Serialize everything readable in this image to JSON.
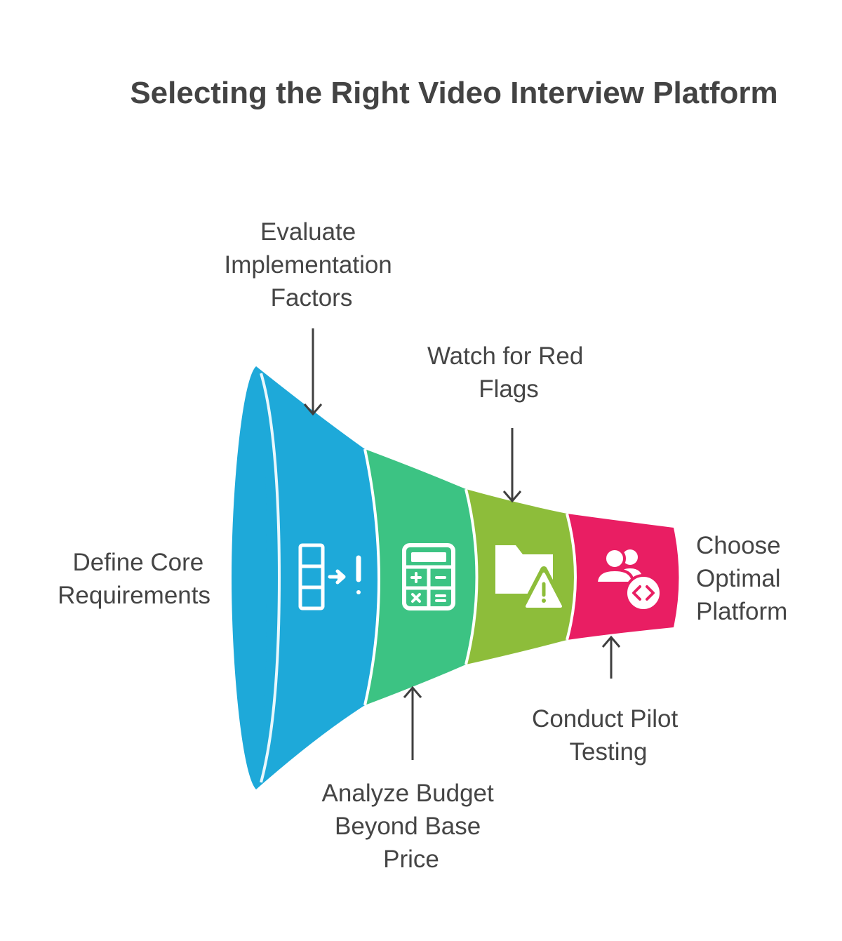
{
  "title": "Selecting the Right Video Interview Platform",
  "colors": {
    "blue": "#1ea9d9",
    "blue_rim": "#1799c8",
    "green": "#3cc383",
    "olive": "#8dbd3a",
    "magenta": "#e91e63",
    "text": "#454545",
    "arrow": "#3f3f3f"
  },
  "stages": [
    {
      "id": "define",
      "icon": "requirements-list-icon",
      "label_lines": [
        "Define Core",
        "Requirements"
      ]
    },
    {
      "id": "evaluate",
      "icon": "none",
      "label_lines": [
        "Evaluate",
        "Implementation",
        "Factors"
      ]
    },
    {
      "id": "budget",
      "icon": "calculator-icon",
      "label_lines": [
        "Analyze Budget",
        "Beyond Base",
        "Price"
      ]
    },
    {
      "id": "redflags",
      "icon": "folder-warning-icon",
      "label_lines": [
        "Watch for Red",
        "Flags"
      ]
    },
    {
      "id": "pilot",
      "icon": "users-code-icon",
      "label_lines": [
        "Conduct Pilot",
        "Testing"
      ]
    },
    {
      "id": "choose",
      "icon": "none",
      "label_lines": [
        "Choose",
        "Optimal",
        "Platform"
      ]
    }
  ]
}
